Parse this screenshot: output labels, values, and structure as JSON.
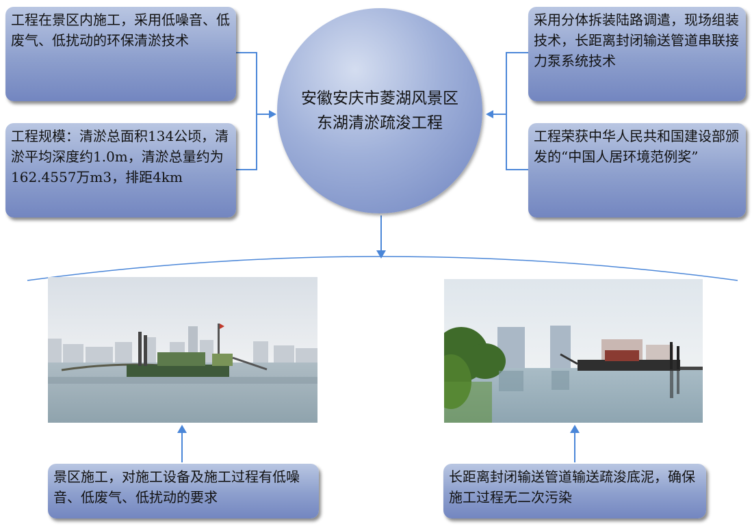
{
  "center": {
    "line1": "安徽安庆市菱湖风景区",
    "line2": "东湖清淤疏浚工程"
  },
  "left_boxes": [
    {
      "text": "工程在景区内施工，采用低噪音、低废气、低扰动的环保清淤技术"
    },
    {
      "text": "工程规模：清淤总面积134公顷，清淤平均深度约1.0m，清淤总量约为162.4557万m3，排距4km"
    }
  ],
  "right_boxes": [
    {
      "text": "采用分体拆装陆路调遣，现场组装技术，长距离封闭输送管道串联接力泵系统技术"
    },
    {
      "text": "工程荣获中华人民共和国建设部颁发的“中国人居环境范例奖”"
    }
  ],
  "bottom_boxes": [
    {
      "text": "景区施工，对施工设备及施工过程有低噪音、低废气、低扰动的要求"
    },
    {
      "text": "长距离封闭输送管道输送疏浚底泥，确保施工过程无二次污染"
    }
  ],
  "colors": {
    "arrow": "#4a86d8",
    "box_top": "#b9c6e2",
    "box_bottom": "#7386c0",
    "water": "#9fb4c0",
    "sky": "#dfe6ec"
  }
}
